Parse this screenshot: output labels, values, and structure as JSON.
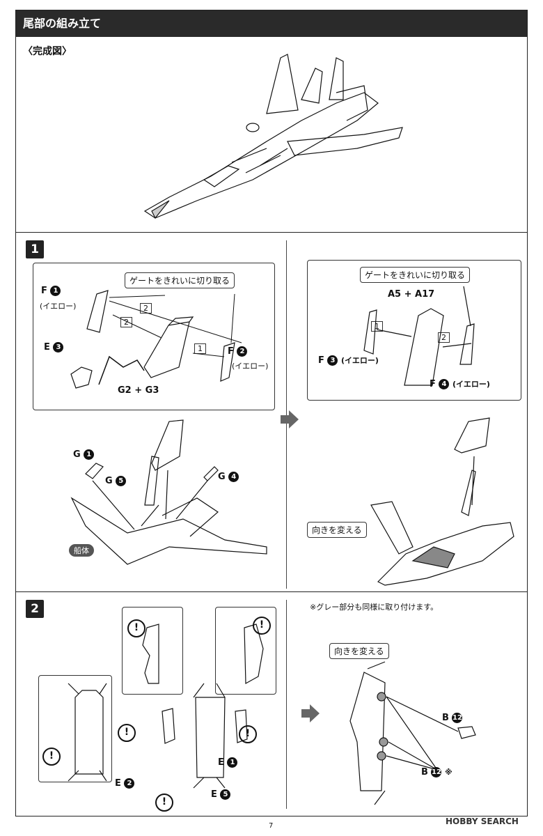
{
  "header": {
    "title": "尾部の組み立て"
  },
  "complete": {
    "label": "〈完成図〉"
  },
  "step1": {
    "number": "1",
    "left": {
      "gate_note": "ゲートをきれいに切り取る",
      "f1": "F",
      "f1_num": "1",
      "f1_color": "(イエロー)",
      "f2": "F",
      "f2_num": "2",
      "f2_color": "(イエロー)",
      "e3": "E",
      "e3_num": "3",
      "g2g3": "G2 + G3",
      "order_1": "1",
      "order_2a": "2",
      "order_2b": "2",
      "g1": "G",
      "g1_num": "1",
      "g5": "G",
      "g5_num": "5",
      "g4": "G",
      "g4_num": "4",
      "hull": "船体"
    },
    "right": {
      "gate_note": "ゲートをきれいに切り取る",
      "a5a17": "A5 + A17",
      "f3": "F",
      "f3_num": "3",
      "f3_color": "(イエロー)",
      "f4": "F",
      "f4_num": "4",
      "f4_color": "(イエロー)",
      "order_1": "1",
      "order_2": "2",
      "turn": "向きを変える"
    }
  },
  "step2": {
    "number": "2",
    "note": "※グレー部分も同様に取り付けます。",
    "e2": "E",
    "e2_num": "2",
    "e1": "E",
    "e1_num": "1",
    "e5": "E",
    "e5_num": "5",
    "b12": "B",
    "b12_num": "12",
    "b12b": "B",
    "b12b_num": "12",
    "b12b_mark": "※",
    "turn": "向きを変える",
    "warn": "!"
  },
  "footer": {
    "page": "7",
    "watermark": "HOBBY SEARCH"
  }
}
